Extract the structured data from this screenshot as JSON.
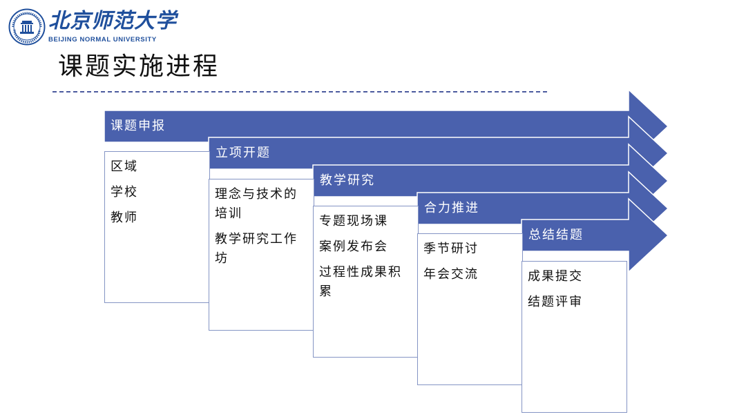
{
  "logo": {
    "name_cn": "北京师范大学",
    "name_en": "BEIJING NORMAL UNIVERSITY"
  },
  "title": "课题实施进程",
  "colors": {
    "arrow_fill": "#4a61ad",
    "arrow_outline": "#ffffff",
    "box_border": "#8494c4",
    "divider": "#4a5a9e",
    "logo": "#1f4f9c"
  },
  "stages": [
    {
      "label": "课题申报",
      "items": [
        "区域",
        "学校",
        "教师"
      ]
    },
    {
      "label": "立项开题",
      "items": [
        "理念与技术的培训",
        "教学研究工作坊"
      ]
    },
    {
      "label": "教学研究",
      "items": [
        "专题现场课",
        "案例发布会",
        "过程性成果积累"
      ]
    },
    {
      "label": "合力推进",
      "items": [
        "季节研讨",
        "年会交流"
      ]
    },
    {
      "label": "总结结题",
      "items": [
        "成果提交",
        "结题评审"
      ]
    }
  ]
}
